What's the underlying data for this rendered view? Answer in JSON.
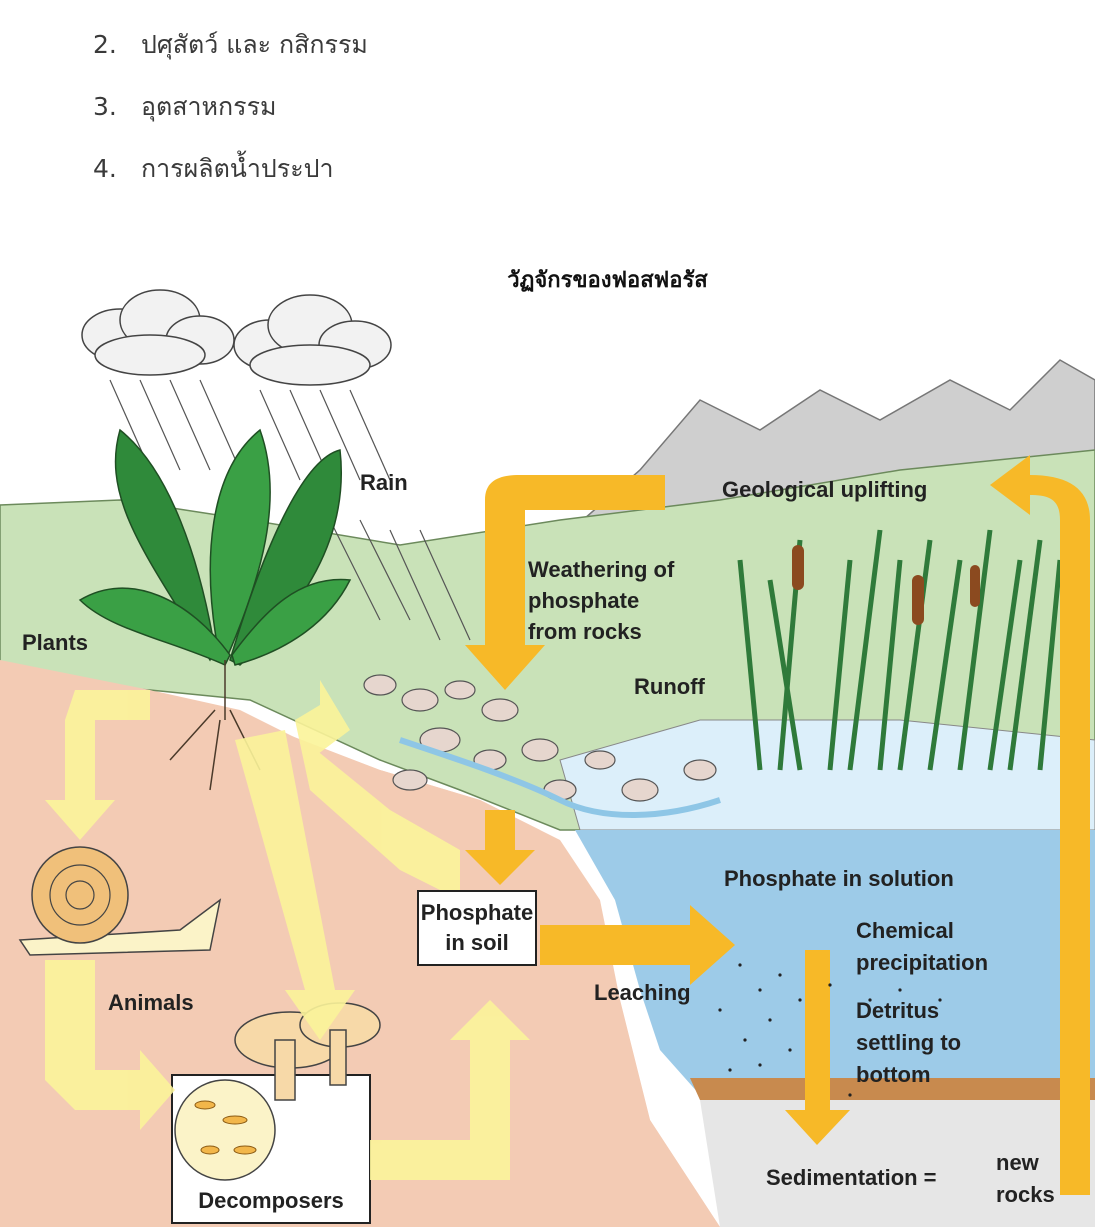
{
  "list": [
    {
      "num": "2.",
      "text": "ปศุสัตว์ และ กสิกรรม"
    },
    {
      "num": "3.",
      "text": "อุตสาหกรรม"
    },
    {
      "num": "4.",
      "text": "การผลิตน้ำประปา"
    }
  ],
  "caption": "วัฏจักรของฟอสฟอรัส",
  "labels": {
    "rain": "Rain",
    "geological_uplifting": "Geological uplifting",
    "weathering": [
      "Weathering of",
      "phosphate",
      "from rocks"
    ],
    "plants": "Plants",
    "runoff": "Runoff",
    "phosphate_in_solution": "Phosphate in solution",
    "chemical_precipitation": [
      "Chemical",
      "precipitation"
    ],
    "detritus": [
      "Detritus",
      "settling to",
      "bottom"
    ],
    "leaching": "Leaching",
    "animals": "Animals",
    "phosphate_in_soil": [
      "Phosphate",
      "in soil"
    ],
    "decomposers": "Decomposers",
    "sedimentation": "Sedimentation =",
    "new_rocks": [
      "new",
      "rocks"
    ]
  },
  "colors": {
    "arrow_orange": "#f7b928",
    "arrow_light": "#fbf49a",
    "soil": "#f3cbb4",
    "hill": "#c9e2b8",
    "water": "#9dcbe8",
    "mountain": "#cfcfcf"
  }
}
